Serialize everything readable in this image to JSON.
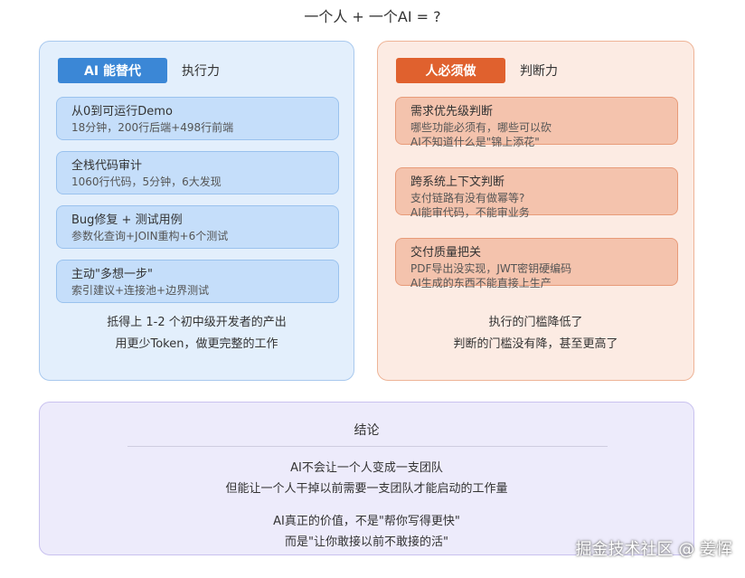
{
  "title": "一个人 + 一个AI = ?",
  "left_panel": {
    "badge": "AI 能替代",
    "label": "执行力",
    "accent": "#3b87d6",
    "cards": [
      {
        "title": "从0到可运行Demo",
        "desc": "18分钟，200行后端+498行前端"
      },
      {
        "title": "全栈代码审计",
        "desc": "1060行代码，5分钟，6大发现"
      },
      {
        "title": "Bug修复 + 测试用例",
        "desc": "参数化查询+JOIN重构+6个测试"
      },
      {
        "title": "主动\"多想一步\"",
        "desc": "索引建议+连接池+边界测试"
      }
    ],
    "footer": [
      "抵得上 1-2 个初中级开发者的产出",
      "用更少Token，做更完整的工作"
    ]
  },
  "right_panel": {
    "badge": "人必须做",
    "label": "判断力",
    "accent": "#e0612e",
    "cards": [
      {
        "title": "需求优先级判断",
        "desc1": "哪些功能必须有，哪些可以砍",
        "desc2": "AI不知道什么是\"锦上添花\""
      },
      {
        "title": "跨系统上下文判断",
        "desc1": "支付链路有没有做幂等?",
        "desc2": "AI能审代码，不能审业务"
      },
      {
        "title": "交付质量把关",
        "desc1": "PDF导出没实现，JWT密钥硬编码",
        "desc2": "AI生成的东西不能直接上生产"
      }
    ],
    "footer": [
      "执行的门槛降低了",
      "判断的门槛没有降，甚至更高了"
    ]
  },
  "conclusion": {
    "title": "结论",
    "lines": [
      "AI不会让一个人变成一支团队",
      "但能让一个人干掉以前需要一支团队才能启动的工作量",
      "AI真正的价值，不是\"帮你写得更快\"",
      "而是\"让你敢接以前不敢接的活\""
    ]
  },
  "watermark": "掘金技术社区 @ 姜恽"
}
